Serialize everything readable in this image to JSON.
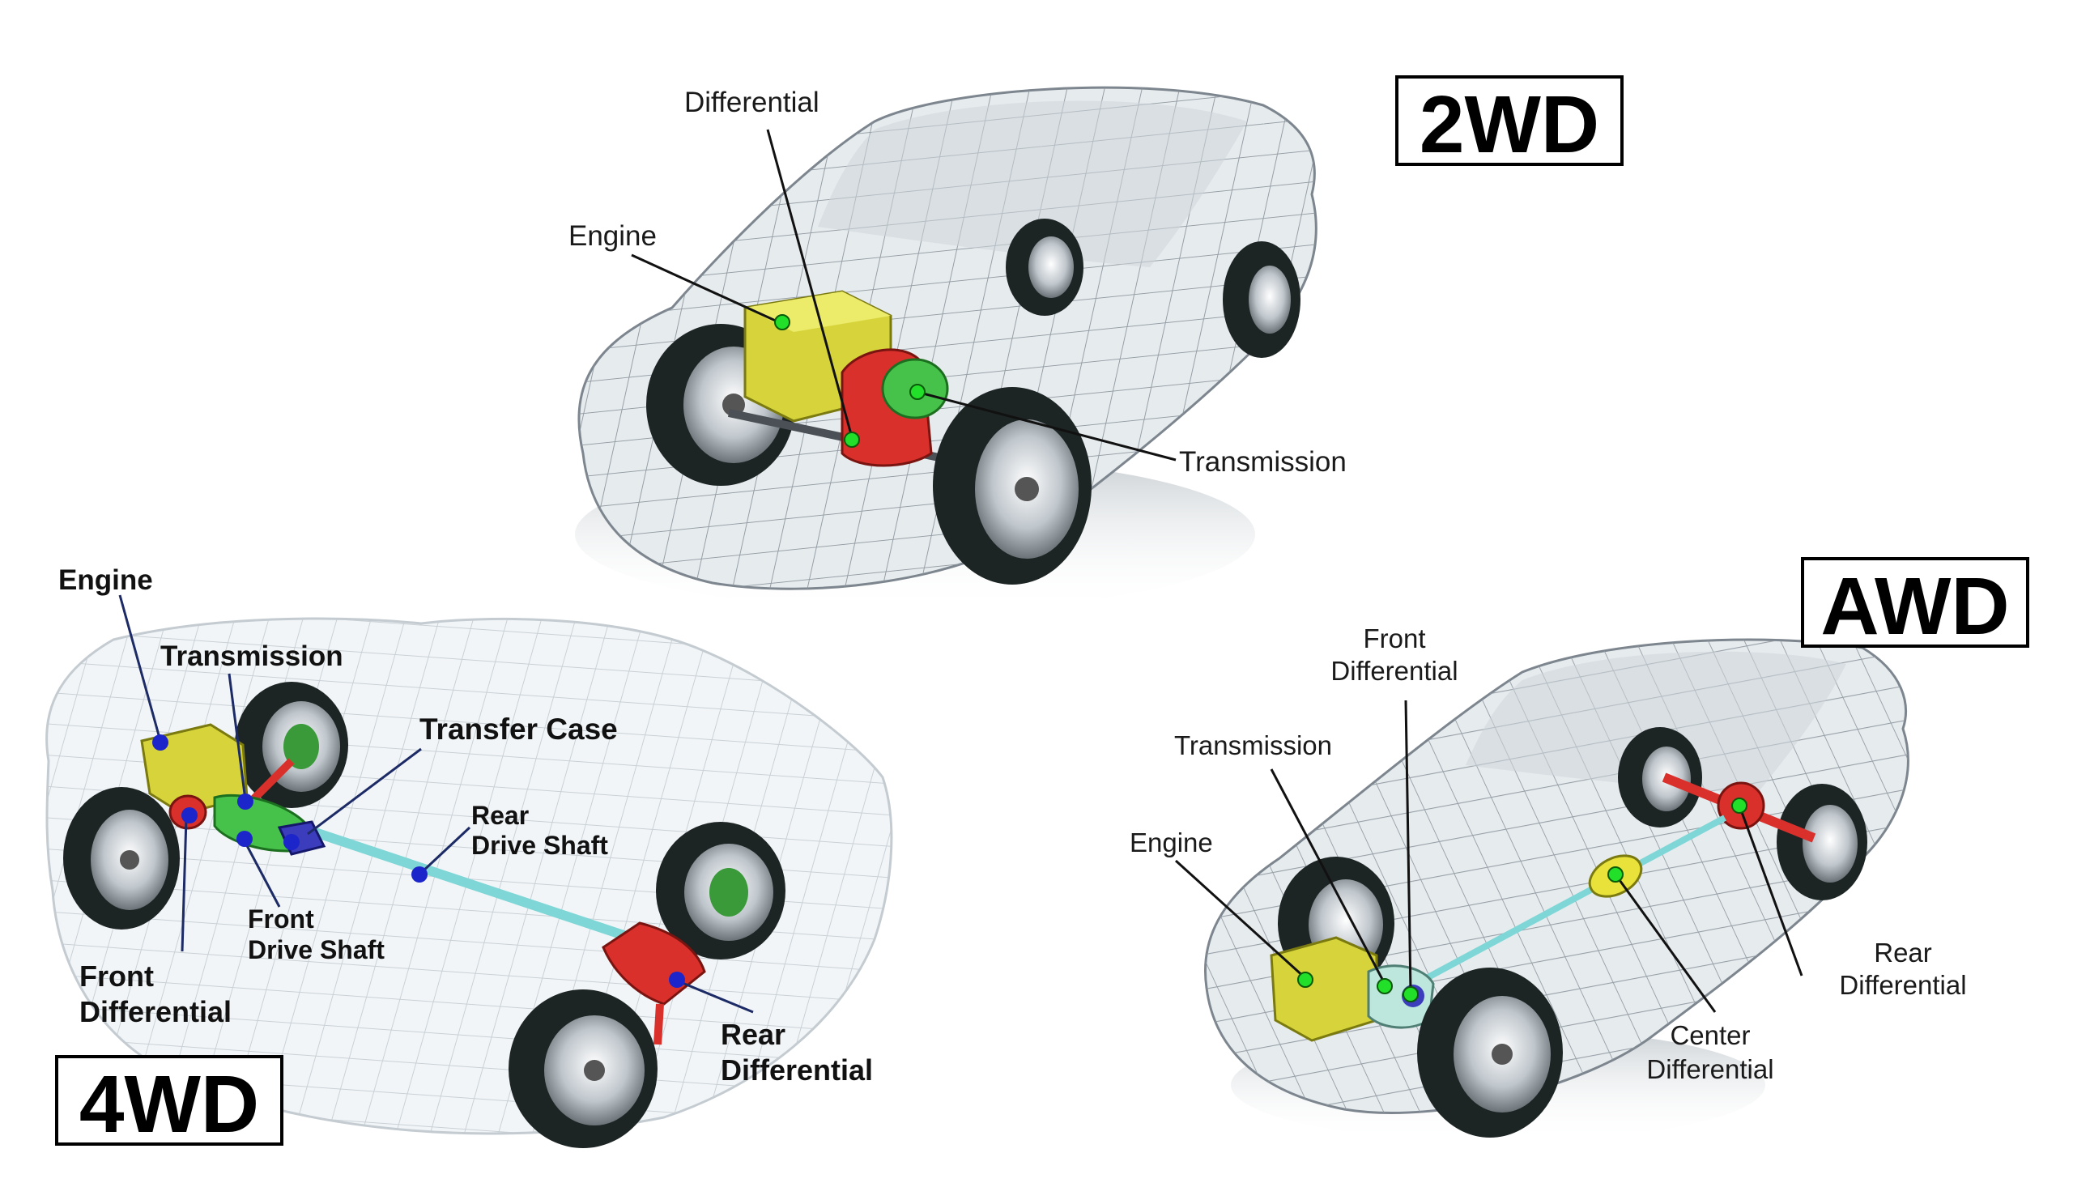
{
  "diagrams": {
    "two_wd": {
      "badge": "2WD",
      "labels": {
        "differential": "Differential",
        "engine": "Engine",
        "transmission": "Transmission"
      }
    },
    "four_wd": {
      "badge": "4WD",
      "labels": {
        "engine": "Engine",
        "transmission": "Transmission",
        "transfer_case": "Transfer Case",
        "rear_drive_shaft_1": "Rear",
        "rear_drive_shaft_2": "Drive Shaft",
        "front_drive_shaft_1": "Front",
        "front_drive_shaft_2": "Drive Shaft",
        "front_differential_1": "Front",
        "front_differential_2": "Differential",
        "rear_differential_1": "Rear",
        "rear_differential_2": "Differential"
      }
    },
    "awd": {
      "badge": "AWD",
      "labels": {
        "front_differential_1": "Front",
        "front_differential_2": "Differential",
        "transmission": "Transmission",
        "engine": "Engine",
        "rear_differential_1": "Rear",
        "rear_differential_2": "Differential",
        "center_differential_1": "Center",
        "center_differential_2": "Differential"
      }
    }
  },
  "colors": {
    "mesh": "#9aa3ab",
    "body_fill": "#e9eef1",
    "tire": "#1d2424",
    "engine": "#d8d83a",
    "transmission_2wd": "#46c24a",
    "differential": "#d9302c",
    "transfer_case": "#3b3dbd",
    "shaft": "#7fd6d6",
    "marker_green": "#22e02a",
    "marker_blue": "#1c25c9"
  }
}
